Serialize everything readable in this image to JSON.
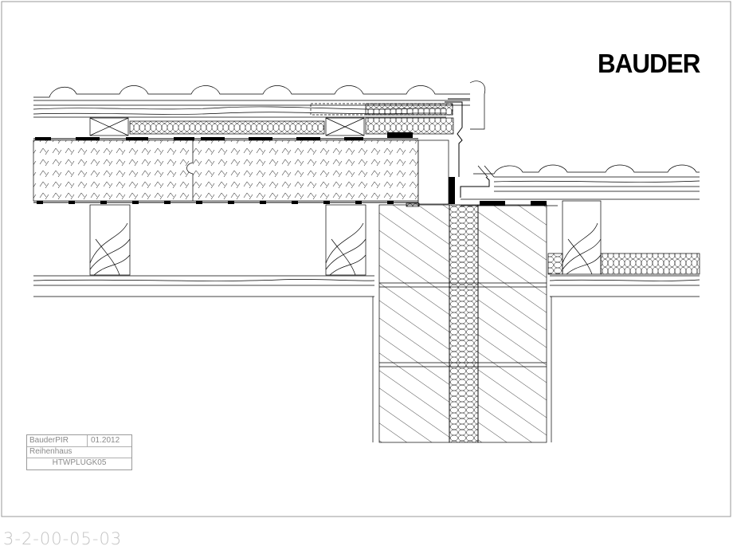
{
  "logo": {
    "brand": "BAUDER"
  },
  "title_block": {
    "product": "BauderPIR",
    "date": "01.2012",
    "project": "Reihenhaus",
    "code": "HTWPLUGK05"
  },
  "drawing_number": "3-2-00-05-03",
  "colors": {
    "line": "#000000",
    "frame": "#9a9a9a",
    "caption": "#c4c4c4"
  }
}
